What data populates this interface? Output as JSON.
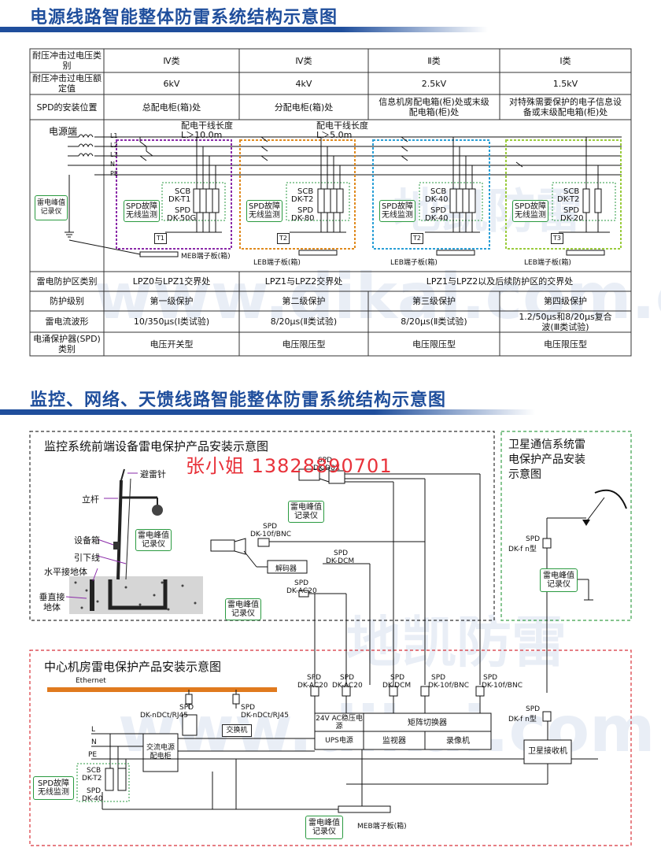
{
  "section1": {
    "title": "电源线路智能整体防雷系统结构示意图",
    "table": {
      "row_headers": [
        "耐压冲击过电压类别",
        "耐压冲击过电压额定值",
        "SPD的安装位置",
        "雷电防护区类别",
        "防护级别",
        "雷电流波形",
        "电涌保护器(SPD)类别"
      ],
      "overvoltage_category": [
        "Ⅳ类",
        "Ⅳ类",
        "Ⅱ类",
        "Ⅰ类"
      ],
      "rated_value": [
        "6kV",
        "4kV",
        "2.5kV",
        "1.5kV"
      ],
      "install_location": [
        "总配电柜(箱)处",
        "分配电柜(箱)处",
        "信息机房配电箱(柜)处或末级配电箱(柜)处",
        "对特殊需要保护的电子信息设备或末级配电箱(柜)处"
      ],
      "lpz": [
        "LPZ0与LPZ1交界处",
        "LPZ1与LPZ2交界处",
        "LPZ1与LPZ2以及后续防护区的交界处"
      ],
      "protection_level": [
        "第一级保护",
        "第二级保护",
        "第三级保护",
        "第四级保护"
      ],
      "waveform": [
        "10/350μs(Ⅰ类试验)",
        "8/20μs(Ⅱ类试验)",
        "8/20μs(Ⅱ类试验)",
        "1.2/50μs和8/20μs复合波(Ⅲ类试验)"
      ],
      "spd_type": [
        "电压开关型",
        "电压限压型",
        "电压限压型",
        "电压限压型"
      ]
    },
    "diagram": {
      "source_label": "电源端",
      "lines": [
        "L1",
        "L2",
        "L3",
        "N",
        "PE"
      ],
      "len1": "配电干线长度",
      "len1v": "L＞10.0m",
      "len2": "配电干线长度",
      "len2v": "L＞5.0m",
      "recorder": "雷电峰值记录仪",
      "spd_fault": "SPD故障无线监测",
      "scb": [
        "SCB",
        "SCB",
        "SCB",
        "SCB"
      ],
      "scb_model": [
        "DK-T1",
        "DK-T2",
        "DK-40",
        "DK-T2"
      ],
      "spd_model": [
        "DK-50G",
        "DK-80",
        "DK-40",
        "DK-20"
      ],
      "spd_label": "SPD",
      "tags": [
        "T1",
        "T2",
        "T2",
        "T3"
      ],
      "bars": [
        "MEB端子板(箱)",
        "LEB端子板(箱)",
        "LEB端子板(箱)",
        "LEB端子板(箱)"
      ]
    }
  },
  "section2": {
    "title": "监控、网络、天馈线路智能整体防雷系统结构示意图",
    "front": {
      "title": "监控系统前端设备雷电保护产品安装示意图",
      "lightning_rod": "避雷针",
      "pole": "立杆",
      "equip_box": "设备箱",
      "down_lead": "引下线",
      "horiz_ground": "水平接地体",
      "vert_ground": "垂直接地体",
      "recorder": "雷电峰值记录仪",
      "spd": "SPD",
      "spd1": "DK-D8X",
      "spd2": "DK-10f/BNC",
      "spd3": "DK-DCM",
      "spd4": "DK-AC20",
      "decoder": "解码器"
    },
    "satellite": {
      "title": "卫星通信系统雷电保护产品安装示意图",
      "spd": "SPD",
      "model": "DK-f n型",
      "recorder": "雷电峰值记录仪"
    },
    "center": {
      "title": "中心机房雷电保护产品安装示意图",
      "ethernet": "Ethernet",
      "spd": "SPD",
      "rj45_1": "DK-nDCt/RJ45",
      "rj45_2": "DK-nDCt/RJ45",
      "switch": "交换机",
      "ac_dist": "交流电源配电柜",
      "top_spds": [
        "DK-AC20",
        "DK-AC20",
        "DK-DCM",
        "DK-10f/BNC",
        "DK-10f/BNC"
      ],
      "regulator": "24V AC稳压电源",
      "matrix": "矩阵切换器",
      "ups": "UPS电源",
      "monitor": "监视器",
      "recorder_dev": "录像机",
      "sat_spd": "DK-f n型",
      "sat_rx": "卫星接收机",
      "spd_fault": "SPD故障无线监测",
      "scb": "SCB",
      "scb_model": "DK-T2",
      "spd_model": "DK-40",
      "lines": [
        "L",
        "N",
        "PE"
      ],
      "meb": "MEB端子板(箱)",
      "recorder": "雷电峰值记录仪"
    }
  },
  "overlay": {
    "phone": "张小姐 13828890701",
    "watermark1": "地凯防雷",
    "watermark2": "www.dikai.com.cn"
  },
  "colors": {
    "brand": "#1f4e9c",
    "zone1": "#8a2aa8",
    "zone2": "#e08a1e",
    "zone3": "#2a9fd6",
    "zone4": "#9acb3c",
    "green": "#2a9a40",
    "red": "#d8323a"
  }
}
